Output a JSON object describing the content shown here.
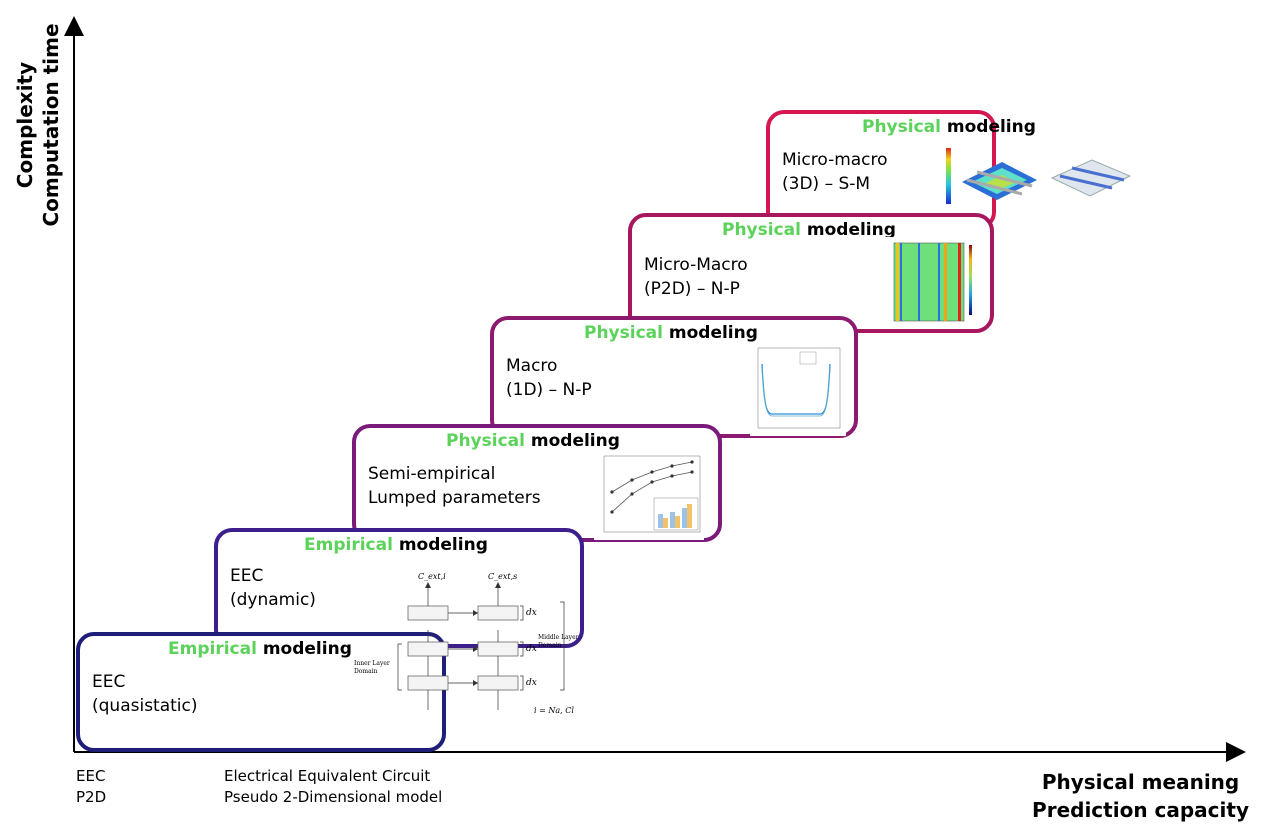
{
  "axes": {
    "y_label_lines": [
      "Complexity",
      "Computation time"
    ],
    "x_label_lines": [
      "Physical meaning",
      "Prediction capacity"
    ]
  },
  "steps": [
    {
      "title_kind": "Empirical",
      "title_rest": " modeling",
      "lines": [
        "EEC",
        "(quasistatic)"
      ],
      "border": "#1f1f7a"
    },
    {
      "title_kind": "Empirical",
      "title_rest": " modeling",
      "lines": [
        "EEC",
        "(dynamic)"
      ],
      "border": "#3d1f8c"
    },
    {
      "title_kind": "Physical",
      "title_rest": " modeling",
      "lines": [
        "Semi-empirical",
        "Lumped parameters"
      ],
      "border": "#7a1a7a"
    },
    {
      "title_kind": "Physical",
      "title_rest": " modeling",
      "lines": [
        "Macro",
        "(1D) – N-P"
      ],
      "border": "#8c1a6e"
    },
    {
      "title_kind": "Physical",
      "title_rest": " modeling",
      "lines": [
        "Micro-Macro",
        "(P2D) – N-P"
      ],
      "border": "#a8175e"
    },
    {
      "title_kind": "Physical",
      "title_rest": " modeling",
      "lines": [
        "Micro-macro",
        "(3D) – S-M"
      ],
      "border": "#d4174f"
    }
  ],
  "circuit_figure": {
    "top_labels": [
      "C_ext,i",
      "C_ext,s"
    ],
    "left_label": "Inner Layer Domain",
    "right_label": "Middle Layer Domain",
    "bottom_note": "i = Na, Cl",
    "dx": "dx"
  },
  "legend": [
    {
      "abbr": "EEC",
      "meaning": "Electrical Equivalent Circuit"
    },
    {
      "abbr": "P2D",
      "meaning": "Pseudo 2-Dimensional model"
    }
  ],
  "colors": {
    "empirical_green": "#5bd35b"
  }
}
